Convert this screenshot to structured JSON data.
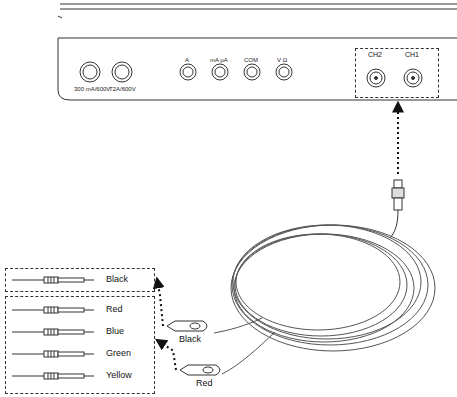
{
  "diagram": {
    "nodes": [
      {
        "text": [
          "CH2",
          "CH1"
        ]
      },
      {
        "text": [
          "Black"
        ]
      },
      {
        "text": [
          "Red",
          "Blue",
          "Green",
          "Yellow"
        ]
      },
      {
        "text": [
          "Black"
        ]
      },
      {
        "text": [
          "Red"
        ]
      }
    ],
    "edges": [
      {
        "from": 3,
        "to": 1,
        "arrow": "to"
      },
      {
        "from": 4,
        "to": 2,
        "arrow": "to"
      }
    ],
    "labels": [
      "300 mA/600V",
      "T2A/600V",
      "A",
      "mA µA",
      "COM",
      "V Ω"
    ]
  }
}
